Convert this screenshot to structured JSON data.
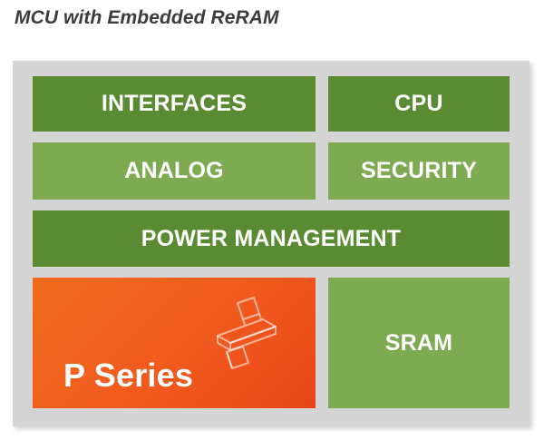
{
  "title": "MCU with Embedded ReRAM",
  "blocks": {
    "interfaces": "INTERFACES",
    "cpu": "CPU",
    "analog": "ANALOG",
    "security": "SECURITY",
    "power_management": "POWER MANAGEMENT",
    "p_series": "P Series",
    "sram": "SRAM"
  },
  "colors": {
    "dark_green": "#5a8a32",
    "light_green": "#7eaa52",
    "orange": "#f15a1e",
    "frame_gray": "#d3d4d3",
    "title_text": "#3c3c3c"
  }
}
